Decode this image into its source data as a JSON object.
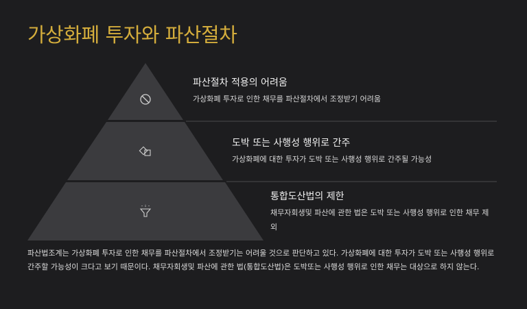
{
  "title": "가상화폐 투자와 파산절차",
  "tiers": [
    {
      "icon": "prohibited-icon",
      "title": "파산절차 적용의 어려움",
      "desc": "가상화폐 투자로 인한 채무를 파산절차에서 조정받기 어려움"
    },
    {
      "icon": "dice-icon",
      "title": "도박 또는 사행성 행위로 간주",
      "desc": "가상화폐에 대한 투자가 도박 또는 사행성 행위로 간주될 가능성"
    },
    {
      "icon": "funnel-icon",
      "title": "통합도산법의 제한",
      "desc": "채무자회생및 파산에 관한 법은 도박 또는 사행성 행위로 인한 채무 제외"
    }
  ],
  "footer": "파산법조계는 가상화폐 투자로 인한 채무를 파산절차에서 조정받기는 어려울 것으로 판단하고 있다. 가상화폐에 대한 투자가 도박 또는 사행성 행위로 간주할 가능성이 크다고 보기 때문이다. 채무자회생및 파산에 관한 법(통합도산법)은 도박또는 사행성 행위로 인한 채무는 대상으로 하지 않는다."
}
